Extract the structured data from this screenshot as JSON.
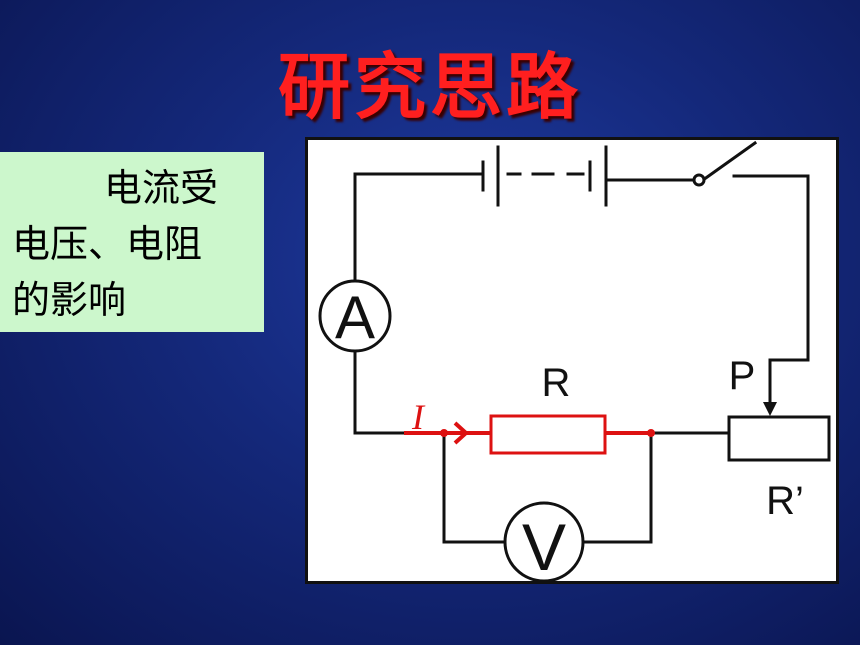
{
  "title": "研究思路",
  "note": {
    "line1": "电流受",
    "line2": "电压、电阻",
    "line3": "的影响"
  },
  "diagram": {
    "ammeter_symbol": "A",
    "voltmeter_symbol": "V",
    "resistor_label": "R",
    "slider_label": "P",
    "rheostat_label": "R’",
    "current_label": "I",
    "wire_color": "#111111",
    "current_path_color": "#dd1111"
  }
}
